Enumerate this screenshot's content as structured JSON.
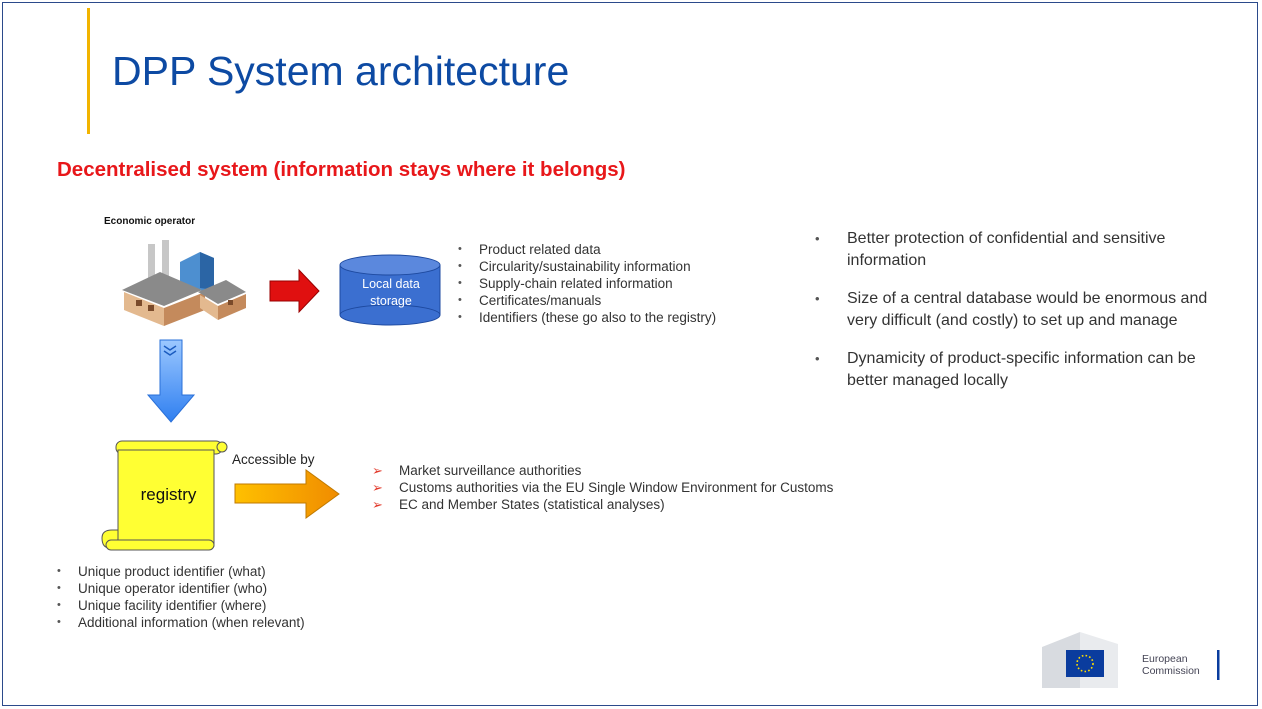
{
  "title": "DPP System architecture",
  "subtitle": "Decentralised system (information stays where it belongs)",
  "economic_operator": {
    "label": "Economic operator"
  },
  "storage": {
    "label": "Local data storage"
  },
  "storage_items": [
    "Product related data",
    "Circularity/sustainability information",
    "Supply-chain related information",
    "Certificates/manuals",
    "Identifiers (these go also to the registry)"
  ],
  "benefits": [
    "Better protection of confidential and sensitive information",
    "Size of a central database would be enormous and very difficult (and costly) to set up and manage",
    "Dynamicity of product-specific information can be better managed locally"
  ],
  "registry": {
    "label": "registry",
    "accessible_label": "Accessible by",
    "accessible_items": [
      "Market surveillance authorities",
      "Customs authorities via the EU Single Window Environment for Customs",
      "EC and Member States (statistical analyses)"
    ],
    "identifiers": [
      "Unique product identifier (what)",
      "Unique operator identifier (who)",
      "Unique facility identifier (where)",
      "Additional information (when relevant)"
    ]
  },
  "logo": {
    "line1": "European",
    "line2": "Commission"
  },
  "colors": {
    "title": "#0d4aa3",
    "subtitle": "#e8171a",
    "accent_bar": "#f2b400",
    "storage": "#3b6fd0",
    "registry": "#ffff33",
    "red_arrow": "#e01010",
    "orange_arrow": "#f5a800",
    "down_arrow": "#3d8df0"
  }
}
